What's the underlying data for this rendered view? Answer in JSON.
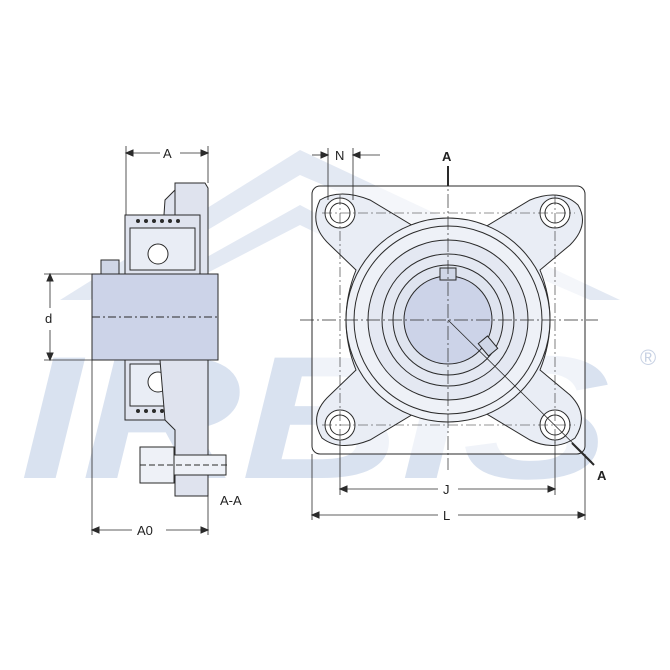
{
  "watermark": {
    "text": "IRBIS",
    "registered": "®"
  },
  "side_view": {
    "dim_A": "A",
    "dim_d": "d",
    "dim_A0": "A0",
    "section_label": "A-A"
  },
  "front_view": {
    "dim_N": "N",
    "dim_J": "J",
    "dim_L": "L",
    "section_mark_top": "A",
    "section_mark_bottom": "A"
  },
  "colors": {
    "housing": "#dfe3ee",
    "shaft": "#ccd3e8",
    "line": "#2a2a2a",
    "watermark": "#d7e0ef"
  }
}
